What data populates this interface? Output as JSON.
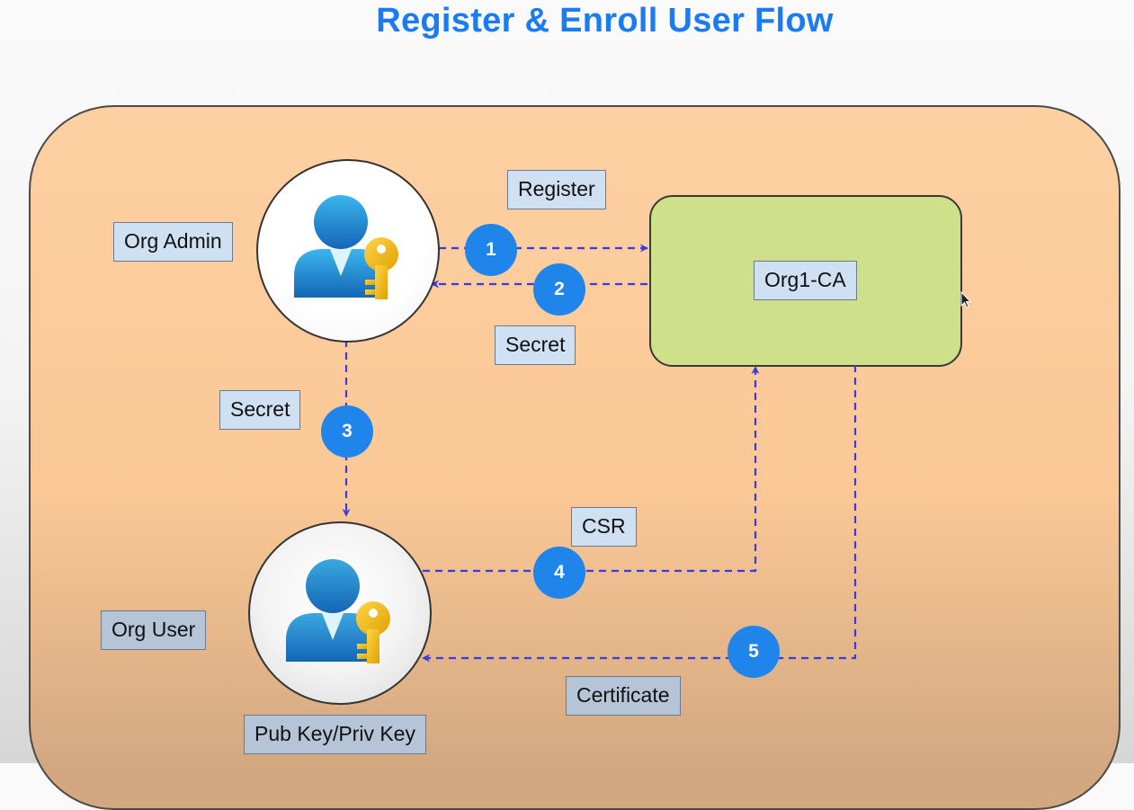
{
  "title": "Register & Enroll User Flow",
  "nodes": {
    "org_admin": "Org Admin",
    "org_user": "Org User",
    "ca": "Org1-CA",
    "keys": "Pub Key/Priv Key"
  },
  "edge_labels": {
    "register": "Register",
    "secret_from_ca": "Secret",
    "secret_to_user": "Secret",
    "csr": "CSR",
    "certificate": "Certificate"
  },
  "steps": [
    "1",
    "2",
    "3",
    "4",
    "5"
  ],
  "colors": {
    "title": "#1a7cf0",
    "panel": "#fdd0a2",
    "ca_box": "#cfe08a",
    "label_fill": "#cfe0f3",
    "arrow": "#3a3ae0",
    "badge": "#1f85ea"
  },
  "icons": {
    "admin": "user-with-key-icon",
    "user": "user-with-key-icon"
  }
}
